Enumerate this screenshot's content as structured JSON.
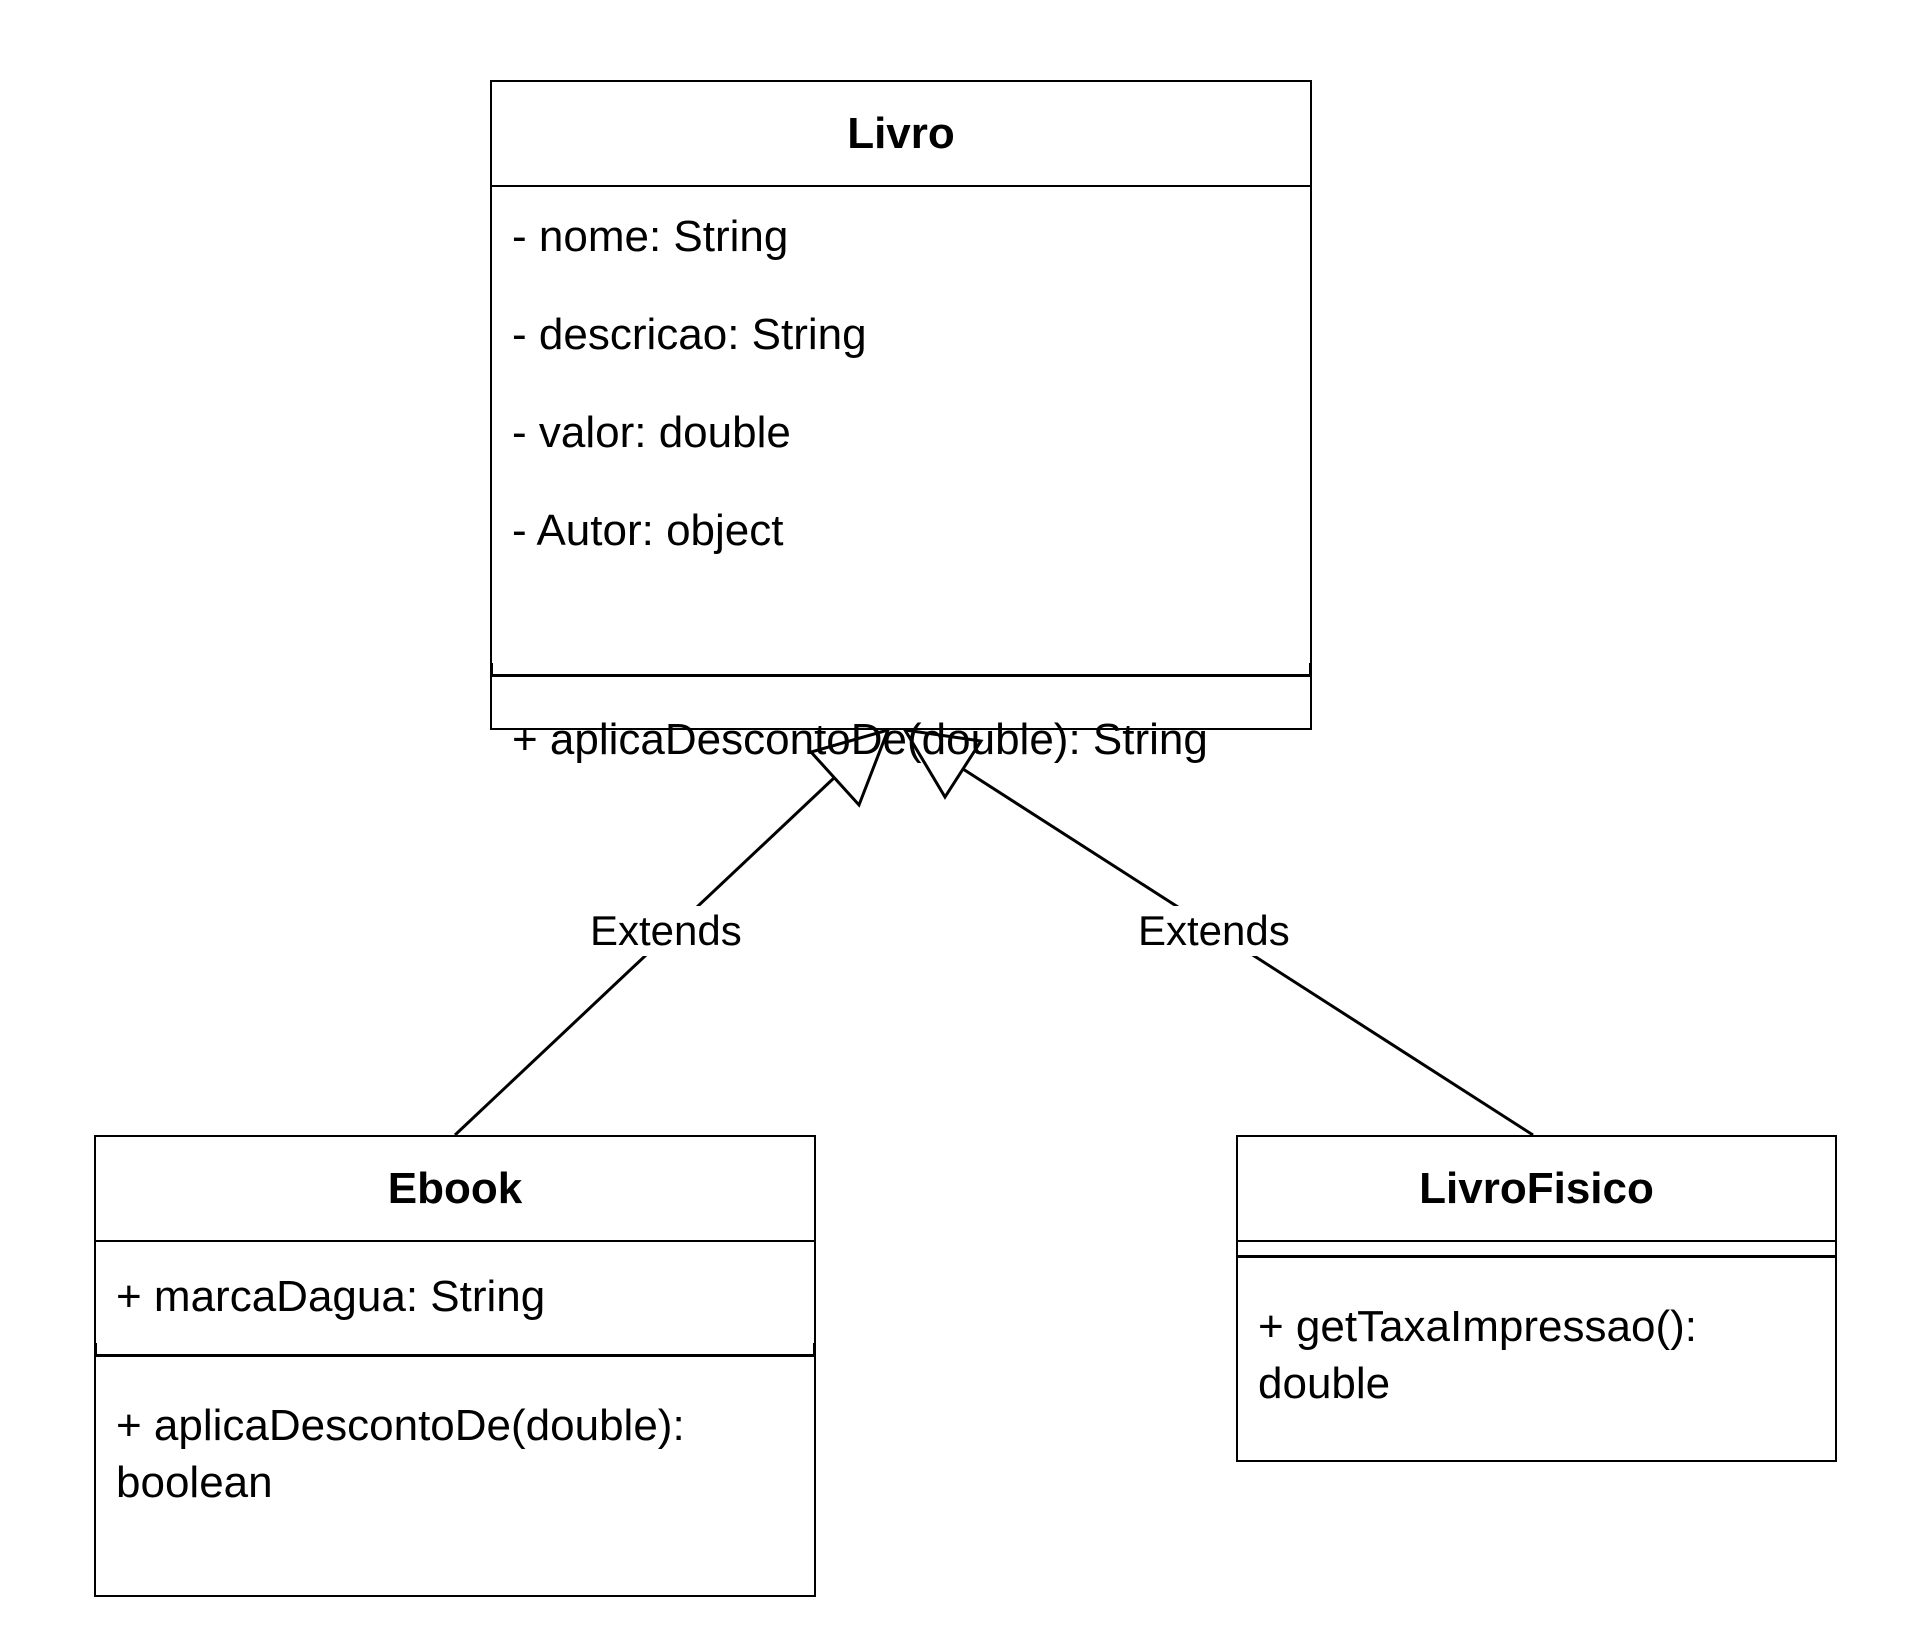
{
  "classes": {
    "livro": {
      "name": "Livro",
      "attributes": [
        "- nome: String",
        "- descricao: String",
        "- valor: double",
        "- Autor: object"
      ],
      "methods": [
        "+ aplicaDescontoDe(double): String"
      ]
    },
    "ebook": {
      "name": "Ebook",
      "attributes": [
        "+ marcaDagua: String"
      ],
      "methods": [
        "+ aplicaDescontoDe(double):\nboolean"
      ]
    },
    "livro_fisico": {
      "name": "LivroFisico",
      "attributes": [],
      "methods": [
        "+ getTaxaImpressao():\ndouble"
      ]
    }
  },
  "relations": [
    {
      "from": "Ebook",
      "to": "Livro",
      "type": "generalization",
      "label": "Extends"
    },
    {
      "from": "LivroFisico",
      "to": "Livro",
      "type": "generalization",
      "label": "Extends"
    }
  ]
}
